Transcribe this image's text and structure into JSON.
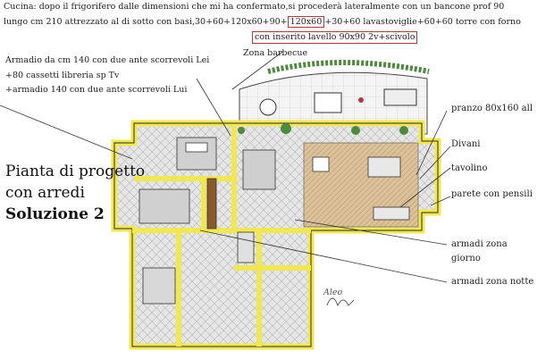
{
  "note": {
    "line1": "Cucina: dopo il frigorifero dalle dimensioni che mi ha confermato,si procederà lateralmente con  un bancone prof 90",
    "line2_a": "lungo cm 210 attrezzato al di sotto con basi,30+60+120x60+90+",
    "line2_box": "120x60",
    "line2_b": "+30+60 lavastoviglie+60+60 torre con forno",
    "line3_box": "con inserito lavello 90x90 2v+scivolo"
  },
  "armadi_note": {
    "line1": "Armadio da cm 140 con due ante scorrevoli Lei",
    "line2": "+80 cassetti libreria sp Tv",
    "line3": "+armadio 140 con due ante scorrevoli Lui"
  },
  "zone_barbecue": "Zona barbecue",
  "title": {
    "line1": "Pianta di progetto",
    "line2": "con arredi",
    "line3": "Soluzione 2"
  },
  "labels": {
    "pranzo": "pranzo 80x160 all",
    "divani": "Divani",
    "tavolino": "tavolino",
    "parete": "parete con pensili",
    "armadi_giorno_1": "armadi zona",
    "armadi_giorno_2": "giorno",
    "armadi_notte": "armadi zona notte"
  },
  "signature": "Aleo",
  "colors": {
    "wall_yellow": "#f1e84f",
    "wall_outline": "#2a2a2a",
    "floor_tile": "#d9d9d9",
    "wood_floor": "#d7b98f",
    "red_box": "#b23a3a",
    "plant_green": "#4f8a3c"
  }
}
